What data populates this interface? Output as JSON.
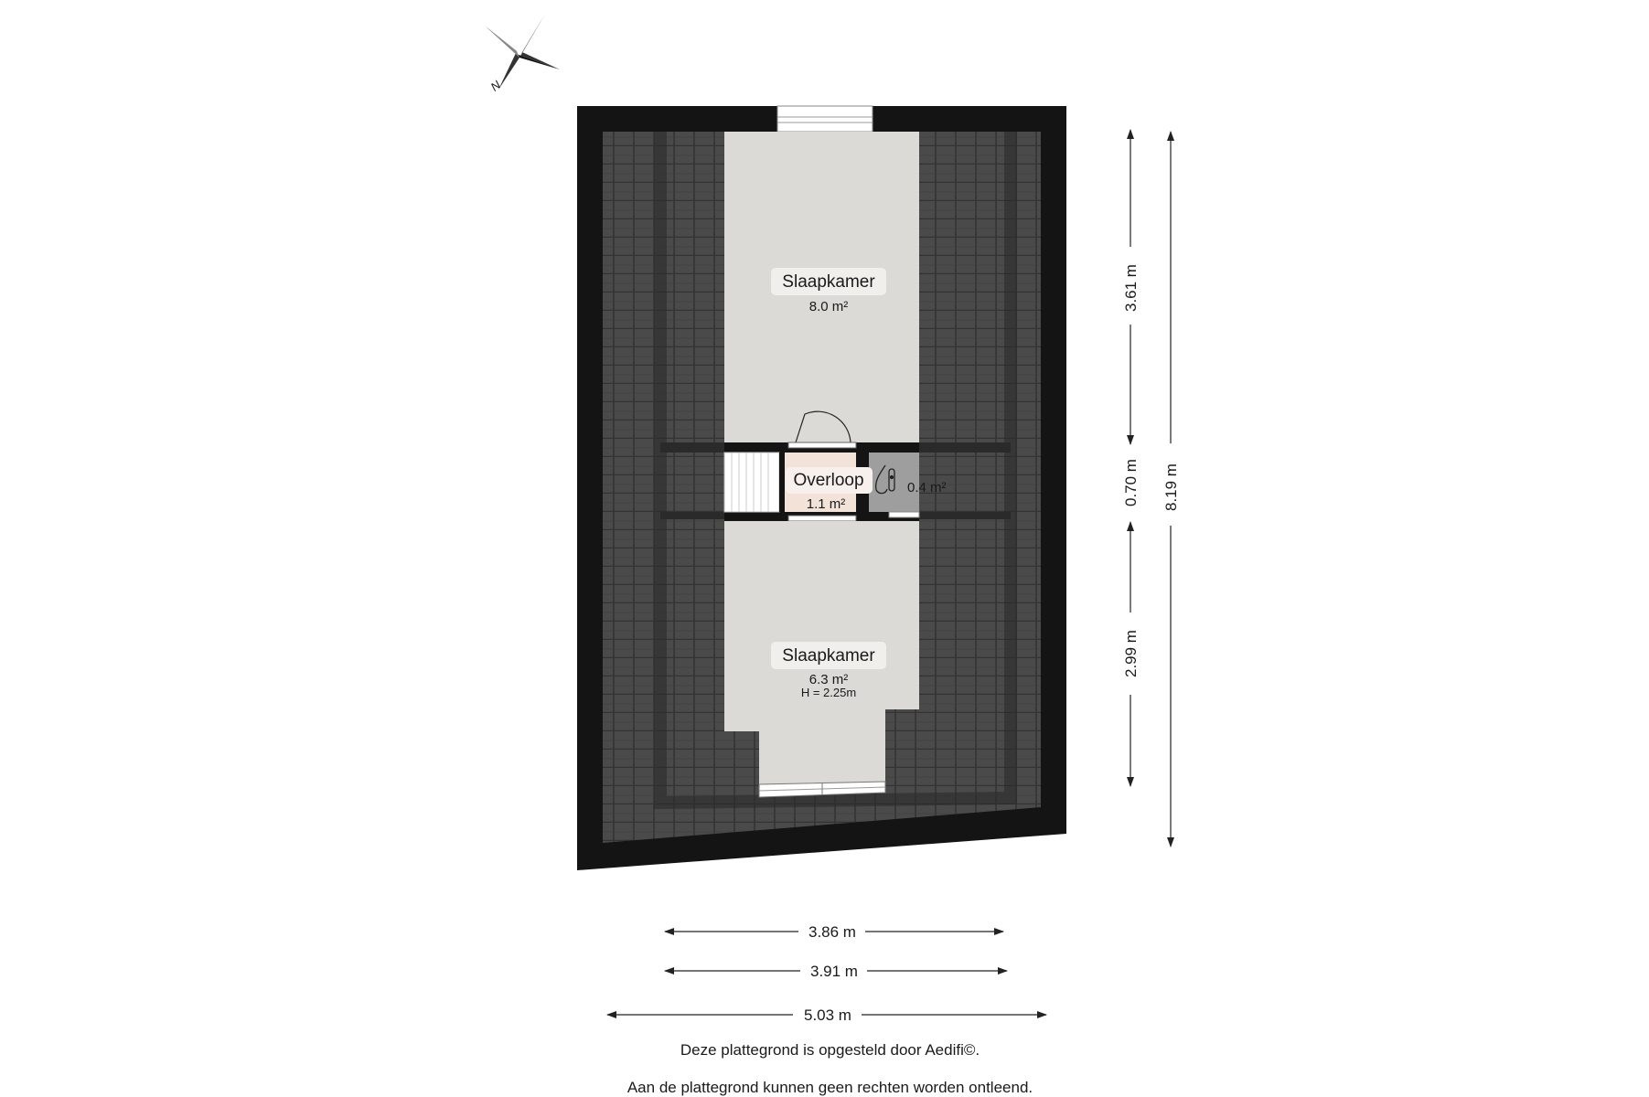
{
  "compass": {
    "north_label": "N",
    "icon": "compass-rose-icon"
  },
  "rooms": {
    "bedroom_top": {
      "name": "Slaapkamer",
      "area": "8.0 m²"
    },
    "landing": {
      "name": "Overloop",
      "area": "1.1 m²"
    },
    "utility": {
      "area": "0.4 m²",
      "icon": "boiler-icon"
    },
    "bedroom_bottom": {
      "name": "Slaapkamer",
      "area": "6.3 m²",
      "height": "H = 2.25m"
    }
  },
  "dimensions": {
    "vertical_top": "3.61 m",
    "vertical_middle": "0.70 m",
    "vertical_bottom": "2.99 m",
    "vertical_total": "8.19 m",
    "horizontal_1": "3.86 m",
    "horizontal_2": "3.91 m",
    "horizontal_3": "5.03 m"
  },
  "footer": {
    "line1": "Deze plattegrond is opgesteld door Aedifi©.",
    "line2": "Aan de plattegrond kunnen geen rechten worden ontleend."
  },
  "colors": {
    "wall": "#141414",
    "roof": "#4a4a4a",
    "roof_tile_line": "#333333",
    "room_floor": "#dcdad6",
    "landing_floor": "#f3e2d8",
    "utility_floor": "#9e9e9e"
  }
}
